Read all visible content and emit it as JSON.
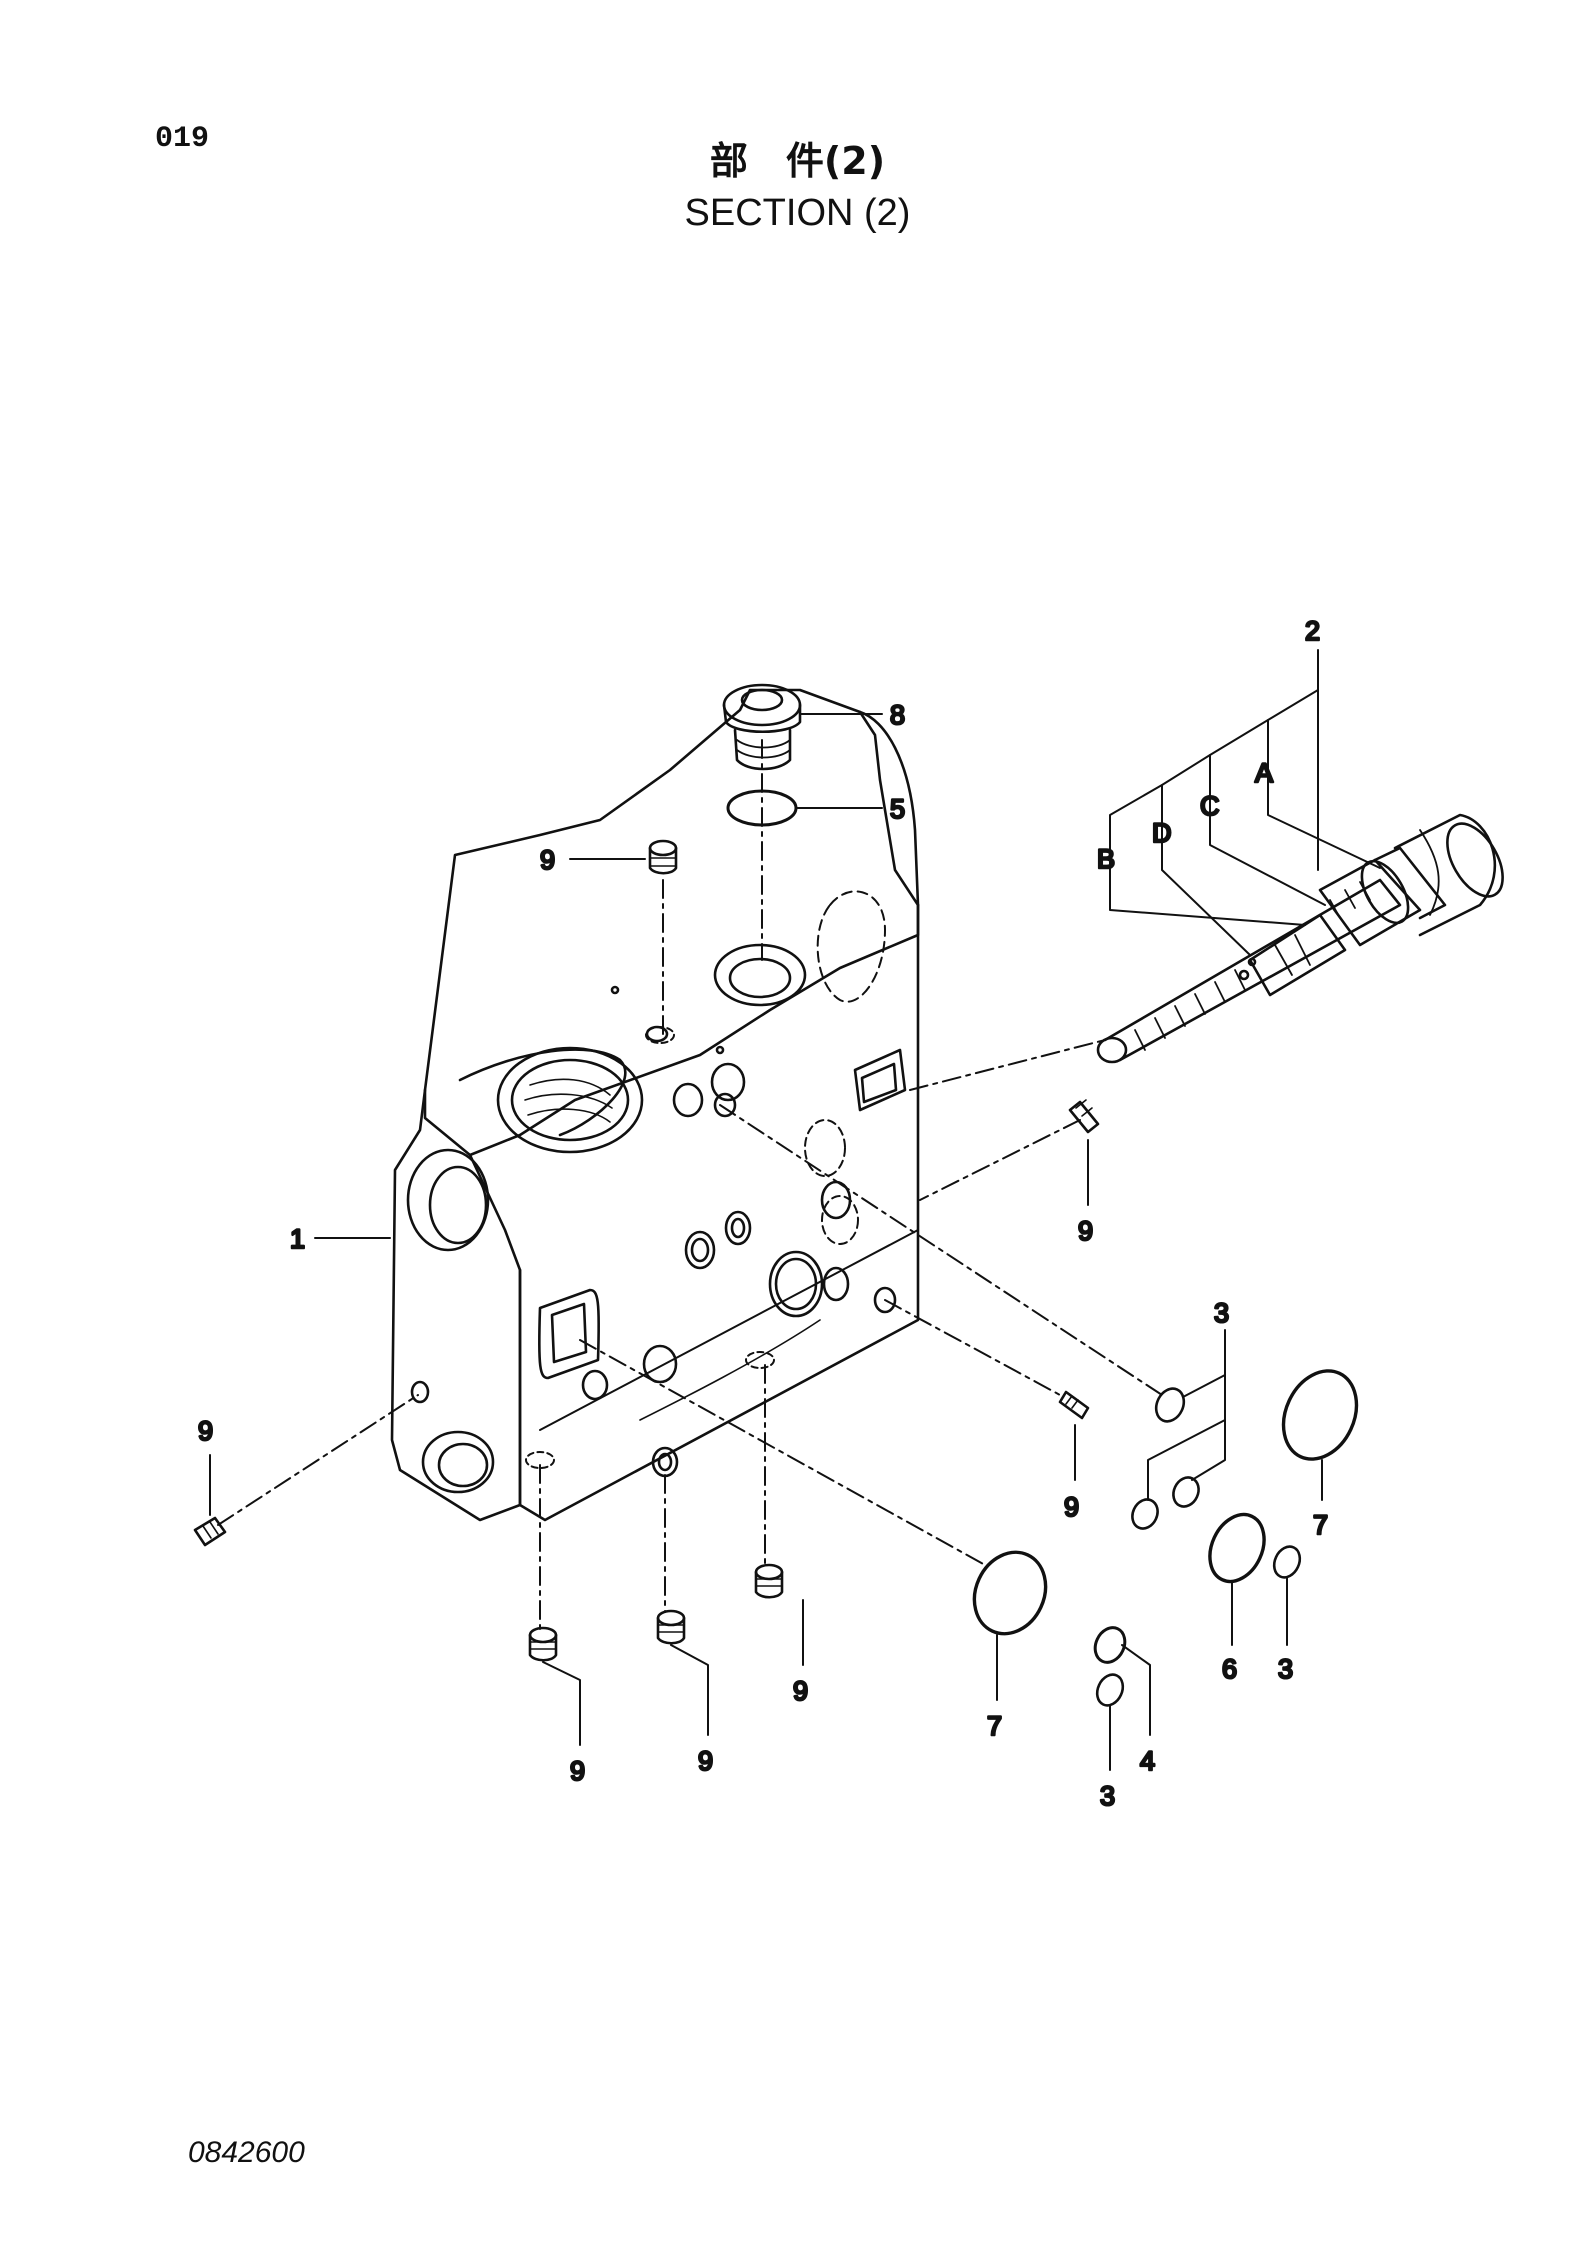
{
  "page_number": "019",
  "title_jp": "部　件(2)",
  "title_en": "SECTION (2)",
  "drawing_code": "0842600",
  "callouts": {
    "c1": "1",
    "c2": "2",
    "cA": "A",
    "cB": "B",
    "cC": "C",
    "cD": "D",
    "c3a": "3",
    "c3b": "3",
    "c3c": "3",
    "c4": "4",
    "c5": "5",
    "c6": "6",
    "c7a": "7",
    "c7b": "7",
    "c8": "8",
    "c9a": "9",
    "c9b": "9",
    "c9c": "9",
    "c9d": "9",
    "c9e": "9",
    "c9f": "9",
    "c9g": "9"
  }
}
